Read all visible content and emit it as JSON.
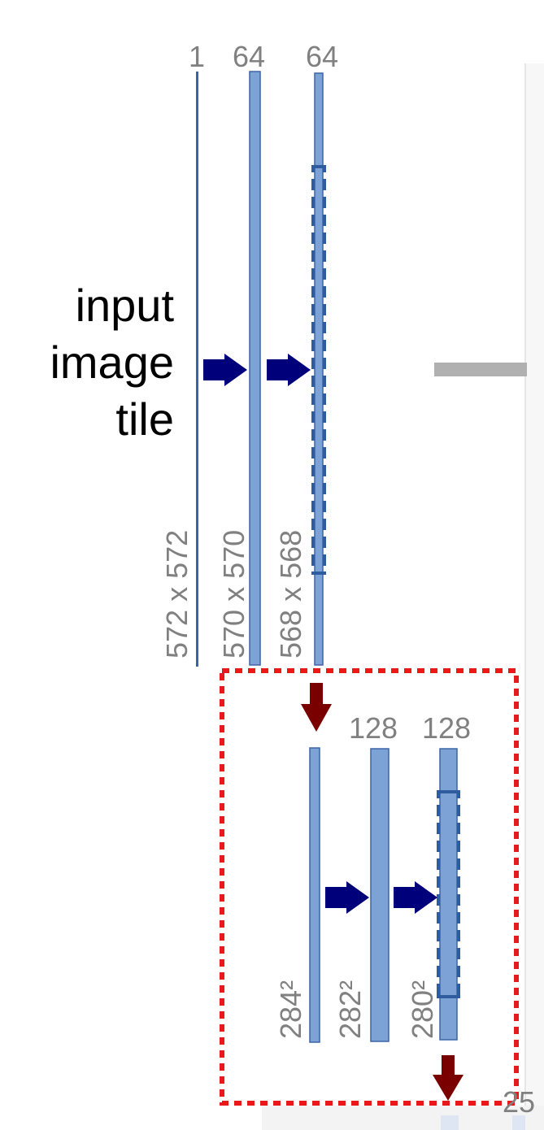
{
  "colors": {
    "feature_map_fill": "#7da3d6",
    "feature_map_stroke": "#3b64a6",
    "crop_dash": "#2f5c9e",
    "conv_arrow": "#00007a",
    "pool_arrow": "#7a0000",
    "highlight_box": "#e8191b",
    "copy_link": "#b0b0b0",
    "panel_edge": "#e6e6e6",
    "label_gray": "#808080"
  },
  "input_label": {
    "line1": "input",
    "line2": "image",
    "line3": "tile"
  },
  "level1": {
    "channels": [
      "1",
      "64",
      "64"
    ],
    "sizes": [
      "572 x 572",
      "570 x 570",
      "568 x 568"
    ]
  },
  "level2": {
    "channels": [
      "128",
      "128"
    ],
    "sizes": [
      "284²",
      "282²",
      "280²"
    ]
  },
  "truncated_label": "25"
}
